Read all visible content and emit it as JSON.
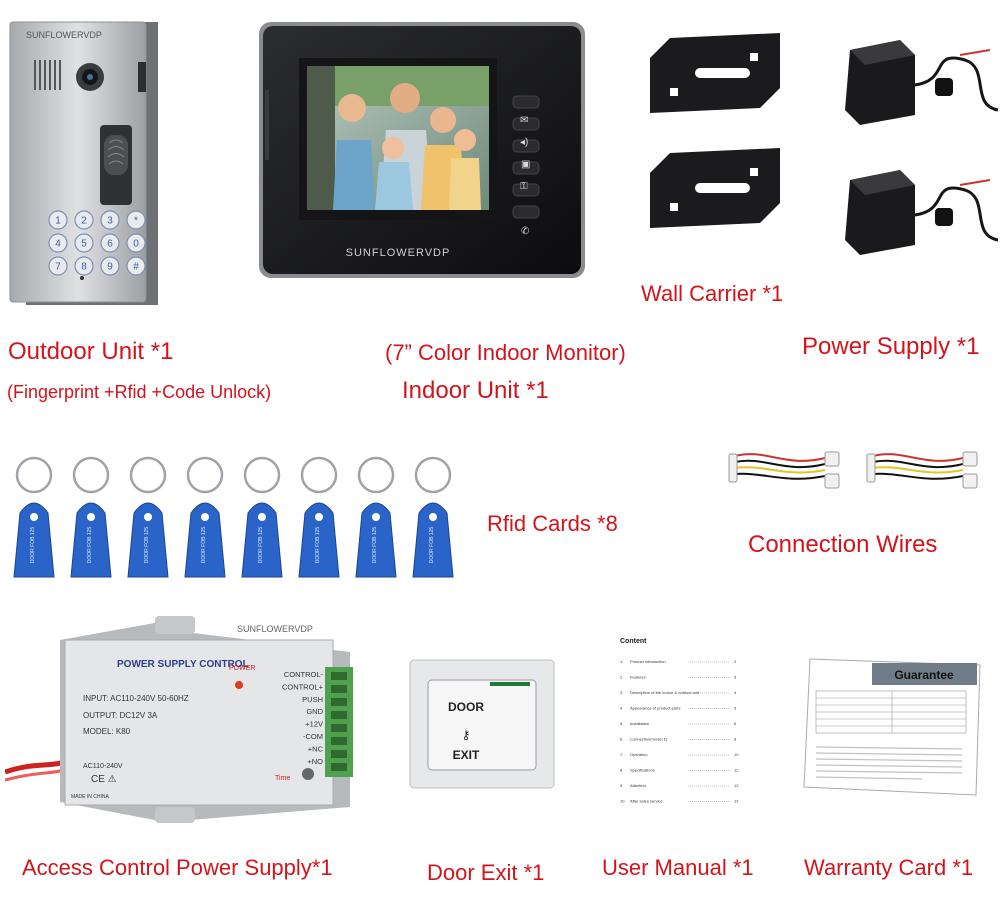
{
  "brand": "SUNFLOWERVDP",
  "labels": {
    "outdoor_unit": "Outdoor Unit *1",
    "outdoor_unit_sub": "(Fingerprint +Rfid +Code Unlock)",
    "monitor_sub": "(7” Color Indoor Monitor)",
    "indoor_unit": "Indoor Unit *1",
    "wall_carrier": "Wall Carrier *1",
    "power_supply": "Power Supply *1",
    "rfid_cards": "Rfid Cards *8",
    "connection_wires": "Connection Wires",
    "access_control_ps": "Access Control Power Supply*1",
    "door_exit": "Door Exit *1",
    "user_manual": "User Manual *1",
    "warranty_card": "Warranty Card *1"
  },
  "keypad": [
    "1",
    "2",
    "3",
    "*",
    "4",
    "5",
    "6",
    "0",
    "7",
    "8",
    "9",
    "#"
  ],
  "rfid_card_text": "DOOR FOB 125",
  "psu": {
    "title": "POWER SUPPLY CONTROL",
    "power_label": "POWER",
    "input": "INPUT: AC110-240V  50-60HZ",
    "output": "OUTPUT: DC12V  3A",
    "model": "MODEL: K80",
    "ac_label": "AC110-240V",
    "made_in": "MADE IN CHINA",
    "terminals": [
      "CONTROL-",
      "CONTROL+",
      "PUSH",
      "GND",
      "+12V",
      "-COM",
      "+NC",
      "+NO"
    ],
    "time_label": "Time"
  },
  "door_exit_button": {
    "line1": "DOOR",
    "line2": "EXIT"
  },
  "manual": {
    "heading": "Content",
    "items": [
      "Product introduction",
      "Features",
      "Description of the indoor & outdoor unit",
      "Appearance of product parts",
      "Installation",
      "Connection(model 1)",
      "Operation",
      "Specifications",
      "Attention",
      "After sales service"
    ],
    "pages": [
      "2",
      "3",
      "4",
      "5",
      "6",
      "8",
      "10",
      "11",
      "12",
      "13"
    ]
  },
  "warranty": {
    "title": "Guarantee"
  },
  "colors": {
    "label_red": "#d4141b",
    "card_blue": "#2a64c9"
  }
}
